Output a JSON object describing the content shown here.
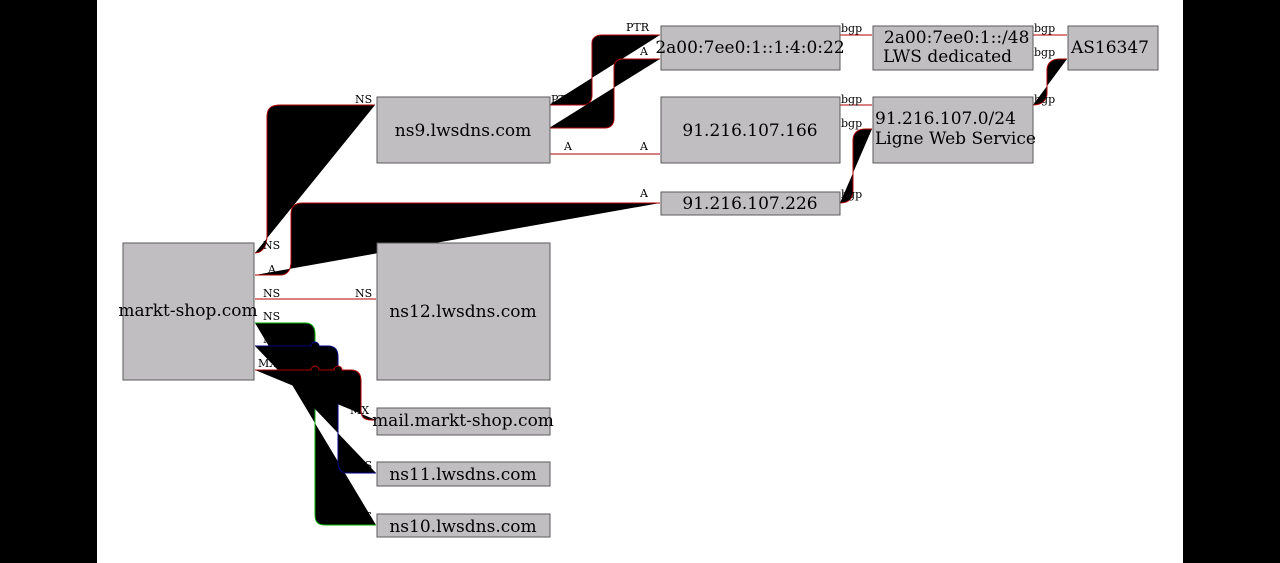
{
  "colors": {
    "red": "#b00000",
    "blue": "#000080",
    "green": "#00b000",
    "node_fill": "#c1bec1"
  },
  "nodes": {
    "markt_shop": "markt-shop.com",
    "ns9": "ns9.lwsdns.com",
    "ns12": "ns12.lwsdns.com",
    "mail": "mail.markt-shop.com",
    "ns11": "ns11.lwsdns.com",
    "ns10": "ns10.lwsdns.com",
    "ipv6_addr": "2a00:7ee0:1::1:4:0:22",
    "ipv6_prefix_1": "2a00:7ee0:1::/48",
    "ipv6_prefix_2": "LWS dedicated",
    "asn": "AS16347",
    "ip_166": "91.216.107.166",
    "ip_226": "91.216.107.226",
    "prefix_v4_1": "91.216.107.0/24",
    "prefix_v4_2": "Ligne Web Service"
  },
  "labels": {
    "ns": "NS",
    "a": "A",
    "mx": "MX",
    "ptr": "PTR",
    "bgp": "bgp"
  }
}
